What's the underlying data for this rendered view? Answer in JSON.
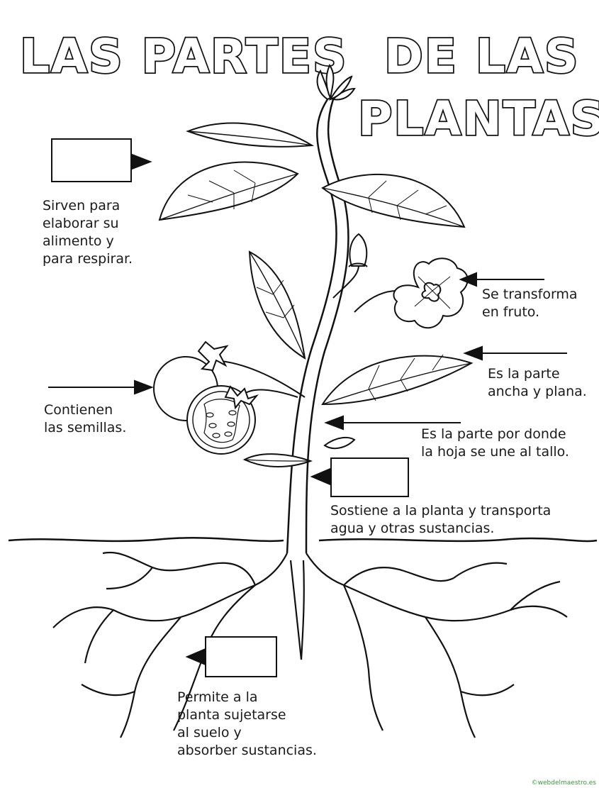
{
  "title": {
    "line1_left": "LAS PARTES",
    "line1_right": "DE LAS",
    "line2": "PLANTAS"
  },
  "labels": {
    "hojas": "Sirven para\nelaborar su\nalimento y\npara respirar.",
    "flor": "Se transforma\nen fruto.",
    "lamina": "Es la parte\nancha y plana.",
    "fruto": "Contienen\nlas semillas.",
    "peciolo": "Es la parte por donde\nla hoja se une al tallo.",
    "tallo": "Sostiene a la planta y transporta\nagua y otras sustancias.",
    "raiz": "Permite a la\nplanta sujetarse\nal suelo y\nabsorber sustancias."
  },
  "answer_boxes": {
    "hojas": "",
    "tallo": "",
    "raiz": ""
  },
  "watermark": "©webdelmaestro.es",
  "colors": {
    "ink": "#111111",
    "paper": "#ffffff",
    "watermark": "#3a9a3a"
  }
}
